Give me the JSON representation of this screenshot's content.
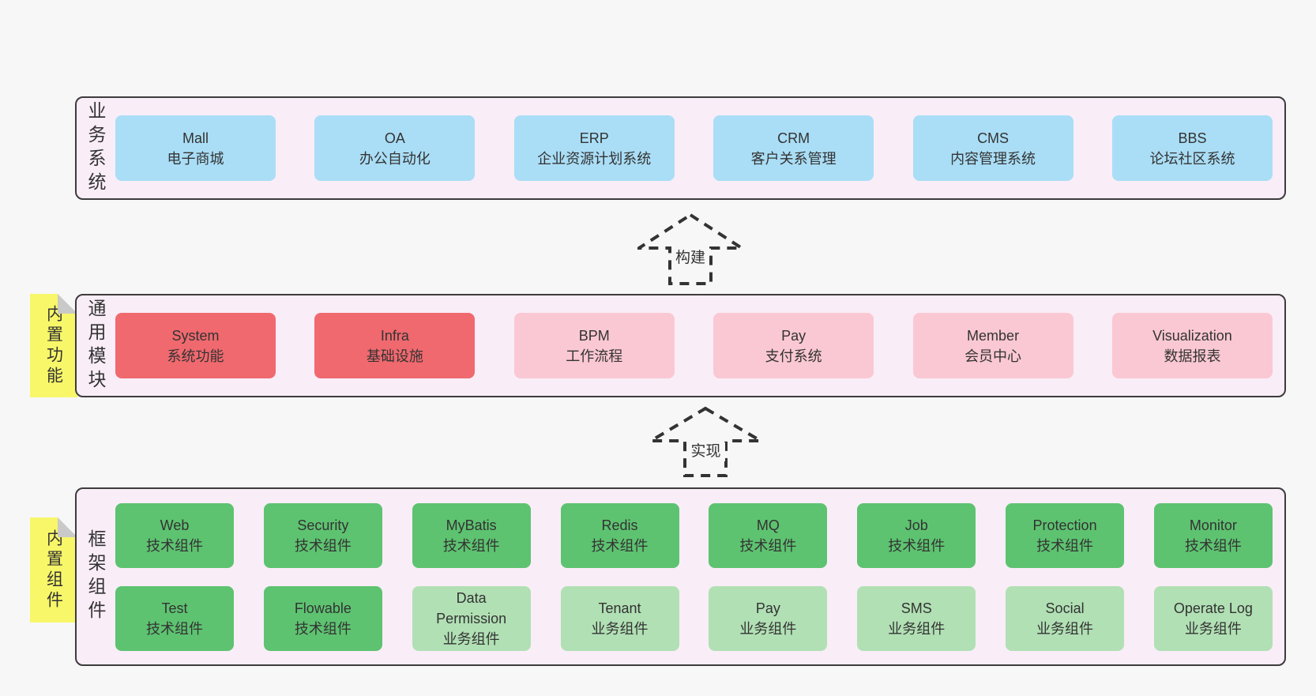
{
  "colors": {
    "page_bg": "#f7f7f7",
    "band_bg": "#f9edf8",
    "band_border": "#3c3c3c",
    "box_blue": "#aadef6",
    "box_red": "#f0696e",
    "box_pink": "#f9c8d2",
    "box_green_dark": "#5ec370",
    "box_green_light": "#b1e0b4",
    "sticky_yellow": "#f8f669",
    "sticky_fold": "#c9c9c9",
    "text": "#333333"
  },
  "arrows": [
    {
      "label": "构建"
    },
    {
      "label": "实现"
    }
  ],
  "bands": [
    {
      "id": "business-systems",
      "label": "业务系统",
      "boxes": [
        {
          "title": "Mall",
          "subtitle": "电子商城",
          "type": "blue"
        },
        {
          "title": "OA",
          "subtitle": "办公自动化",
          "type": "blue"
        },
        {
          "title": "ERP",
          "subtitle": "企业资源计划系统",
          "type": "blue"
        },
        {
          "title": "CRM",
          "subtitle": "客户关系管理",
          "type": "blue"
        },
        {
          "title": "CMS",
          "subtitle": "内容管理系统",
          "type": "blue"
        },
        {
          "title": "BBS",
          "subtitle": "论坛社区系统",
          "type": "blue"
        }
      ]
    },
    {
      "id": "common-modules",
      "label": "通用模块",
      "sticky": "内置功能",
      "boxes": [
        {
          "title": "System",
          "subtitle": "系统功能",
          "type": "red"
        },
        {
          "title": "Infra",
          "subtitle": "基础设施",
          "type": "red"
        },
        {
          "title": "BPM",
          "subtitle": "工作流程",
          "type": "pink"
        },
        {
          "title": "Pay",
          "subtitle": "支付系统",
          "type": "pink"
        },
        {
          "title": "Member",
          "subtitle": "会员中心",
          "type": "pink"
        },
        {
          "title": "Visualization",
          "subtitle": "数据报表",
          "type": "pink"
        }
      ]
    },
    {
      "id": "framework-components",
      "label": "框架组件",
      "sticky": "内置组件",
      "rows": [
        [
          {
            "title": "Web",
            "subtitle": "技术组件",
            "type": "green-dark"
          },
          {
            "title": "Security",
            "subtitle": "技术组件",
            "type": "green-dark"
          },
          {
            "title": "MyBatis",
            "subtitle": "技术组件",
            "type": "green-dark"
          },
          {
            "title": "Redis",
            "subtitle": "技术组件",
            "type": "green-dark"
          },
          {
            "title": "MQ",
            "subtitle": "技术组件",
            "type": "green-dark"
          },
          {
            "title": "Job",
            "subtitle": "技术组件",
            "type": "green-dark"
          },
          {
            "title": "Protection",
            "subtitle": "技术组件",
            "type": "green-dark"
          },
          {
            "title": "Monitor",
            "subtitle": "技术组件",
            "type": "green-dark"
          }
        ],
        [
          {
            "title": "Test",
            "subtitle": "技术组件",
            "type": "green-dark"
          },
          {
            "title": "Flowable",
            "subtitle": "技术组件",
            "type": "green-dark"
          },
          {
            "title": "Data Permission",
            "subtitle": "业务组件",
            "type": "green-light"
          },
          {
            "title": "Tenant",
            "subtitle": "业务组件",
            "type": "green-light"
          },
          {
            "title": "Pay",
            "subtitle": "业务组件",
            "type": "green-light"
          },
          {
            "title": "SMS",
            "subtitle": "业务组件",
            "type": "green-light"
          },
          {
            "title": "Social",
            "subtitle": "业务组件",
            "type": "green-light"
          },
          {
            "title": "Operate Log",
            "subtitle": "业务组件",
            "type": "green-light"
          }
        ]
      ]
    }
  ]
}
